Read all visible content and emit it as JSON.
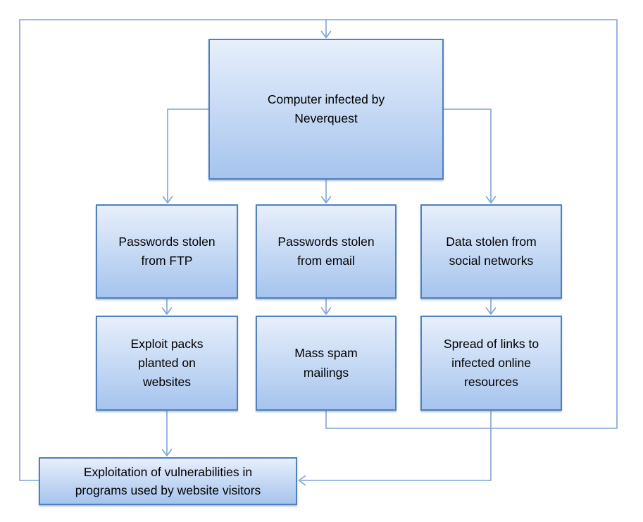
{
  "nodes": {
    "root": {
      "label": "Computer infected by Neverquest"
    },
    "ftp": {
      "label": "Passwords stolen from FTP"
    },
    "email": {
      "label": "Passwords stolen from email"
    },
    "social": {
      "label": "Data stolen from social networks"
    },
    "exploit": {
      "label": "Exploit packs planted on websites"
    },
    "spam": {
      "label": "Mass spam mailings"
    },
    "spread": {
      "label": "Spread of links to infected online resources"
    },
    "exploitation": {
      "label": "Exploitation of vulnerabilities in programs used by website visitors"
    }
  },
  "edges": [
    {
      "from": "root",
      "to": "ftp",
      "style": "arrow"
    },
    {
      "from": "root",
      "to": "email",
      "style": "arrow"
    },
    {
      "from": "root",
      "to": "social",
      "style": "arrow"
    },
    {
      "from": "ftp",
      "to": "exploit",
      "style": "arrow"
    },
    {
      "from": "email",
      "to": "spam",
      "style": "arrow"
    },
    {
      "from": "social",
      "to": "spread",
      "style": "arrow"
    },
    {
      "from": "exploit",
      "to": "exploitation",
      "style": "arrow"
    },
    {
      "from": "spread",
      "to": "exploitation",
      "style": "arrow"
    },
    {
      "from": "spam",
      "to": "root",
      "style": "feedback-loop-right"
    },
    {
      "from": "exploitation",
      "to": "root",
      "style": "feedback-loop-left"
    }
  ],
  "theme": {
    "canvas_bg": "#ffffff",
    "box_border": "#4f81bd",
    "box_fill_top": "#e7effb",
    "box_fill_bottom": "#a6c4ee",
    "connector_color": "#7da3d6",
    "text_color": "#000000"
  }
}
